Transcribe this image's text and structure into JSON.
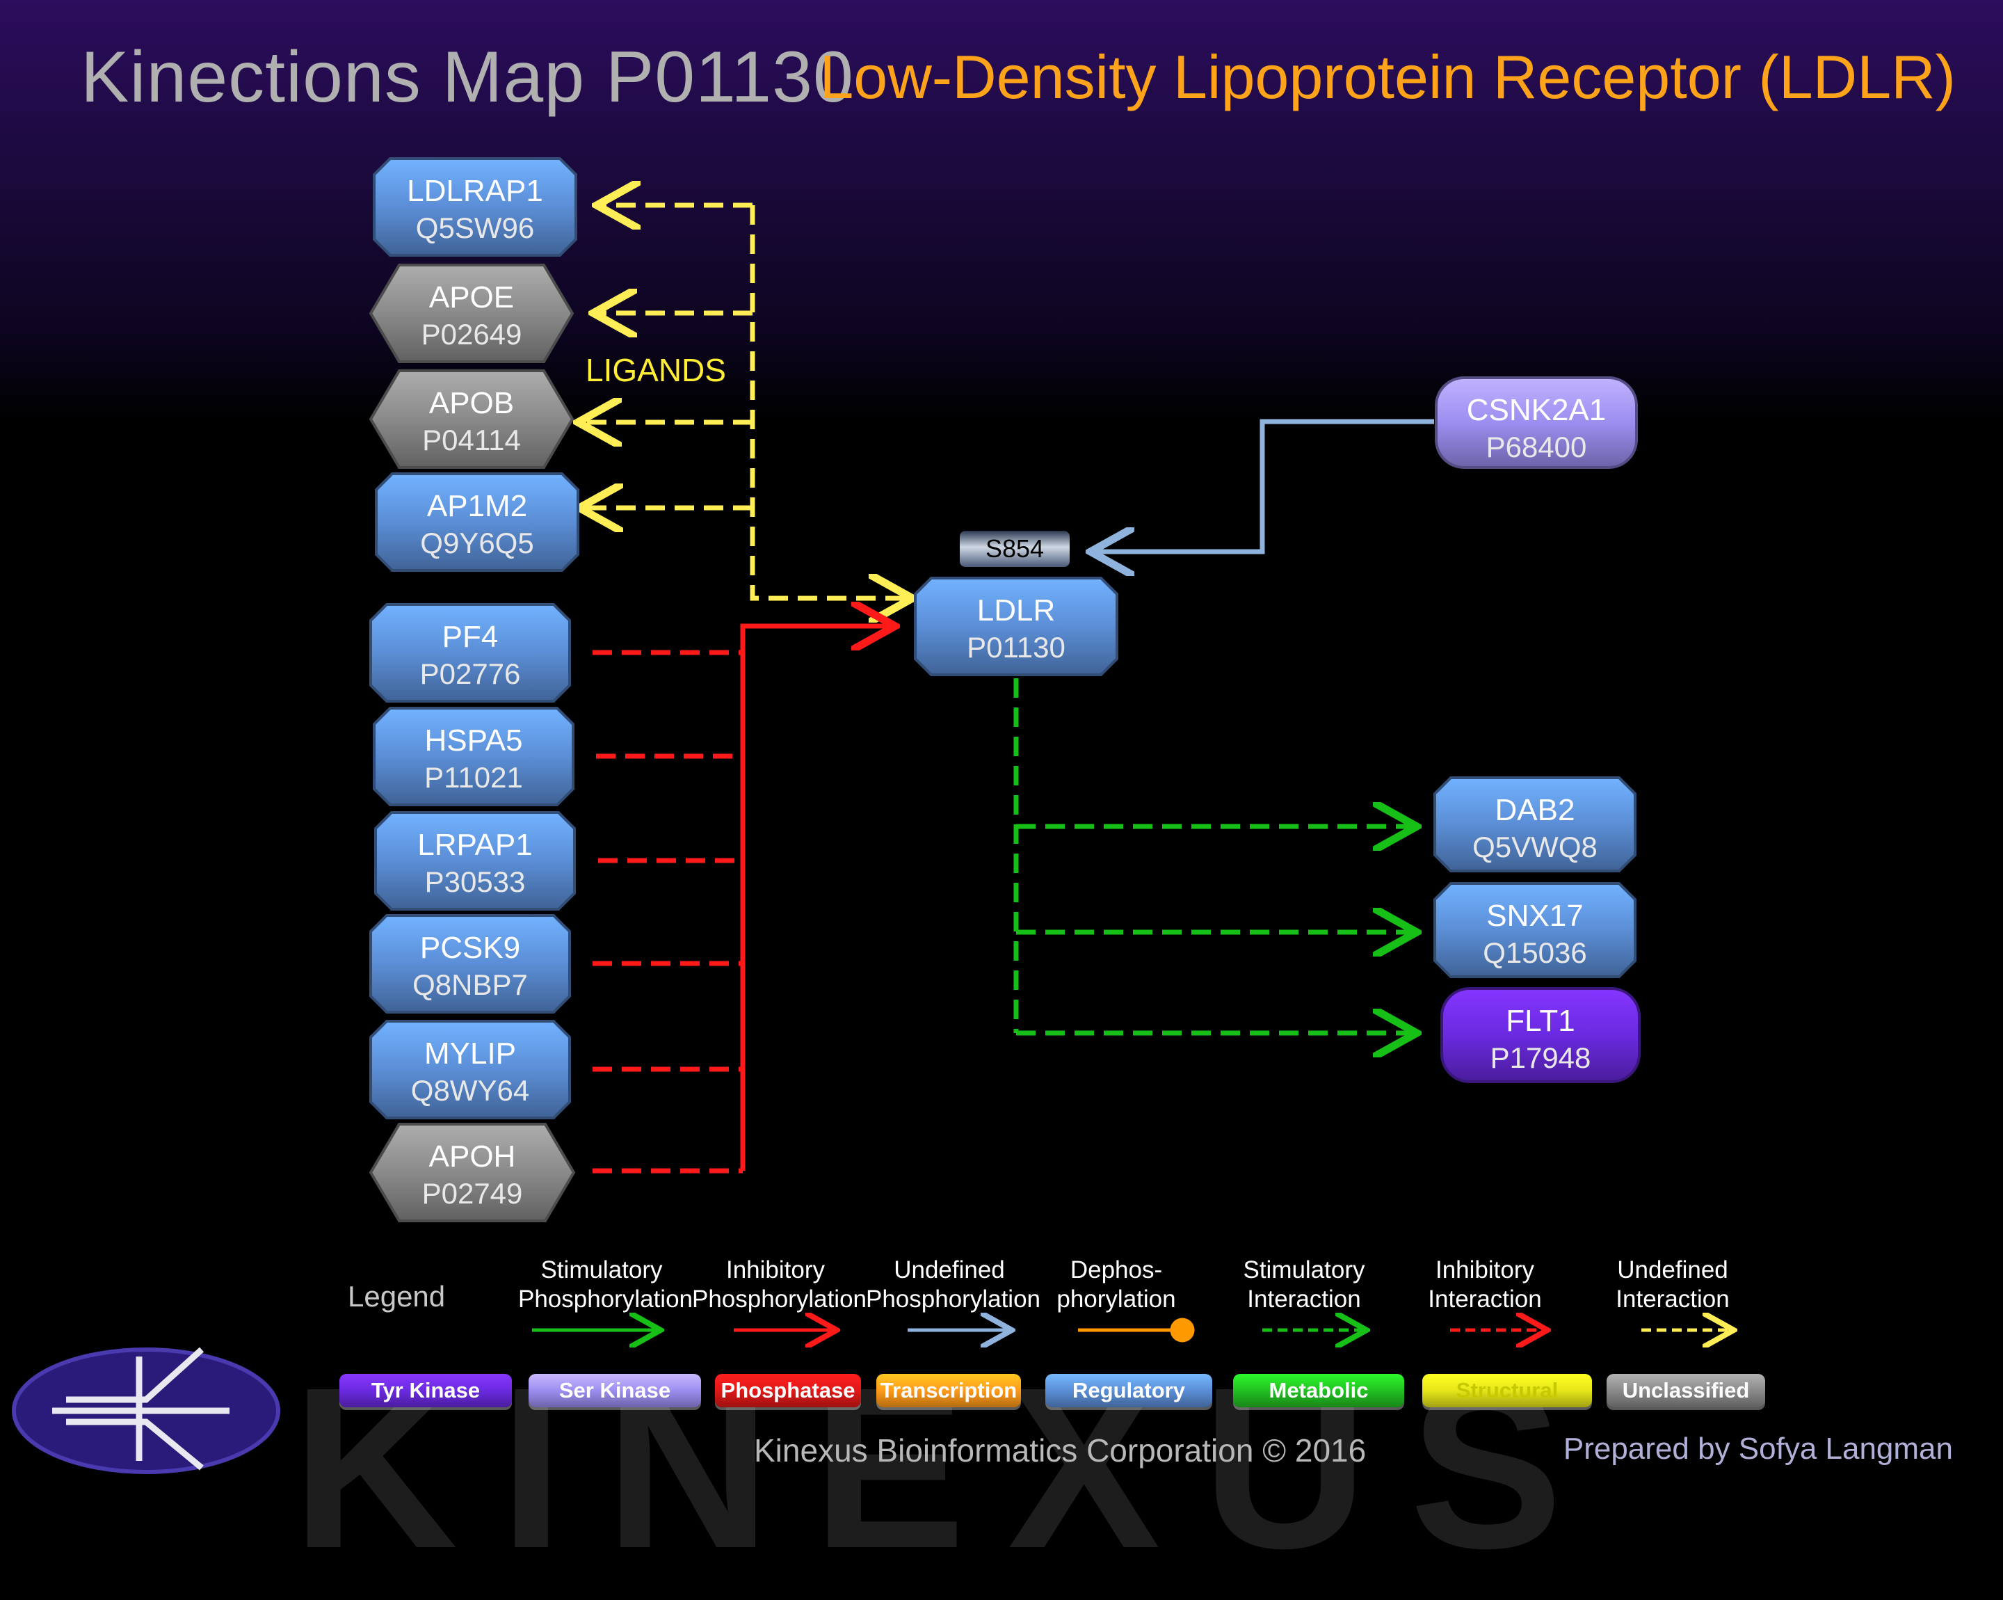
{
  "header": {
    "title": "Kinections Map P01130",
    "protein_name": "Low-Density Lipoprotein Receptor (LDLR)"
  },
  "center": {
    "name": "LDLR",
    "id": "P01130",
    "site": "S854",
    "color": "#5b8ed6"
  },
  "ligands_label": "LIGANDS",
  "ligands": [
    {
      "name": "LDLRAP1",
      "id": "Q5SW96",
      "type": "Regulatory"
    },
    {
      "name": "APOE",
      "id": "P02649",
      "type": "Unclassified"
    },
    {
      "name": "APOB",
      "id": "P04114",
      "type": "Unclassified"
    },
    {
      "name": "AP1M2",
      "id": "Q9Y6Q5",
      "type": "Regulatory"
    }
  ],
  "inhibitors": [
    {
      "name": "PF4",
      "id": "P02776",
      "type": "Regulatory"
    },
    {
      "name": "HSPA5",
      "id": "P11021",
      "type": "Regulatory"
    },
    {
      "name": "LRPAP1",
      "id": "P30533",
      "type": "Regulatory"
    },
    {
      "name": "PCSK9",
      "id": "Q8NBP7",
      "type": "Regulatory"
    },
    {
      "name": "MYLIP",
      "id": "Q8WY64",
      "type": "Regulatory"
    },
    {
      "name": "APOH",
      "id": "P02749",
      "type": "Unclassified"
    }
  ],
  "kinase": {
    "name": "CSNK2A1",
    "id": "P68400",
    "type": "Ser Kinase"
  },
  "targets": [
    {
      "name": "DAB2",
      "id": "Q5VWQ8",
      "type": "Regulatory"
    },
    {
      "name": "SNX17",
      "id": "Q15036",
      "type": "Regulatory"
    },
    {
      "name": "FLT1",
      "id": "P17948",
      "type": "Tyr Kinase"
    }
  ],
  "legend": {
    "title": "Legend",
    "arrows": [
      {
        "label": "Stimulatory Phosphorylation",
        "color": "#16c016"
      },
      {
        "label": "Inhibitory Phosphorylation",
        "color": "#ff1a1a"
      },
      {
        "label": "Undefined Phosphorylation",
        "color": "#8fb3dc"
      },
      {
        "label": "Dephos-phorylation",
        "color": "#ff9900"
      },
      {
        "label": "Stimulatory Interaction",
        "color": "#16c016"
      },
      {
        "label": "Inhibitory Interaction",
        "color": "#ff1a1a"
      },
      {
        "label": "Undefined Interaction",
        "color": "#ffee55"
      }
    ],
    "arrow_lines": [
      [
        "Stimulatory",
        "Phosphorylation"
      ],
      [
        "Inhibitory",
        "Phosphorylation"
      ],
      [
        "Undefined",
        "Phosphorylation"
      ],
      [
        "Dephos-",
        "phorylation"
      ],
      [
        "Stimulatory",
        "Interaction"
      ],
      [
        "Inhibitory",
        "Interaction"
      ],
      [
        "Undefined",
        "Interaction"
      ]
    ],
    "types": [
      {
        "label": "Tyr Kinase",
        "color": "#6a2ae0"
      },
      {
        "label": "Ser Kinase",
        "color": "#9b8ef0"
      },
      {
        "label": "Phosphatase",
        "color": "#e01818"
      },
      {
        "label": "Transcription",
        "color": "#ff9a1a"
      },
      {
        "label": "Regulatory",
        "color": "#5b8ed6"
      },
      {
        "label": "Metabolic",
        "color": "#22c022"
      },
      {
        "label": "Structural",
        "color": "#e6e61a"
      },
      {
        "label": "Unclassified",
        "color": "#8a8a8a"
      }
    ]
  },
  "footer": {
    "company": "Kinexus Bioinformatics Corporation © 2016",
    "prepared_by": "Prepared by  Sofya Langman",
    "watermark": "KINEXUS"
  }
}
